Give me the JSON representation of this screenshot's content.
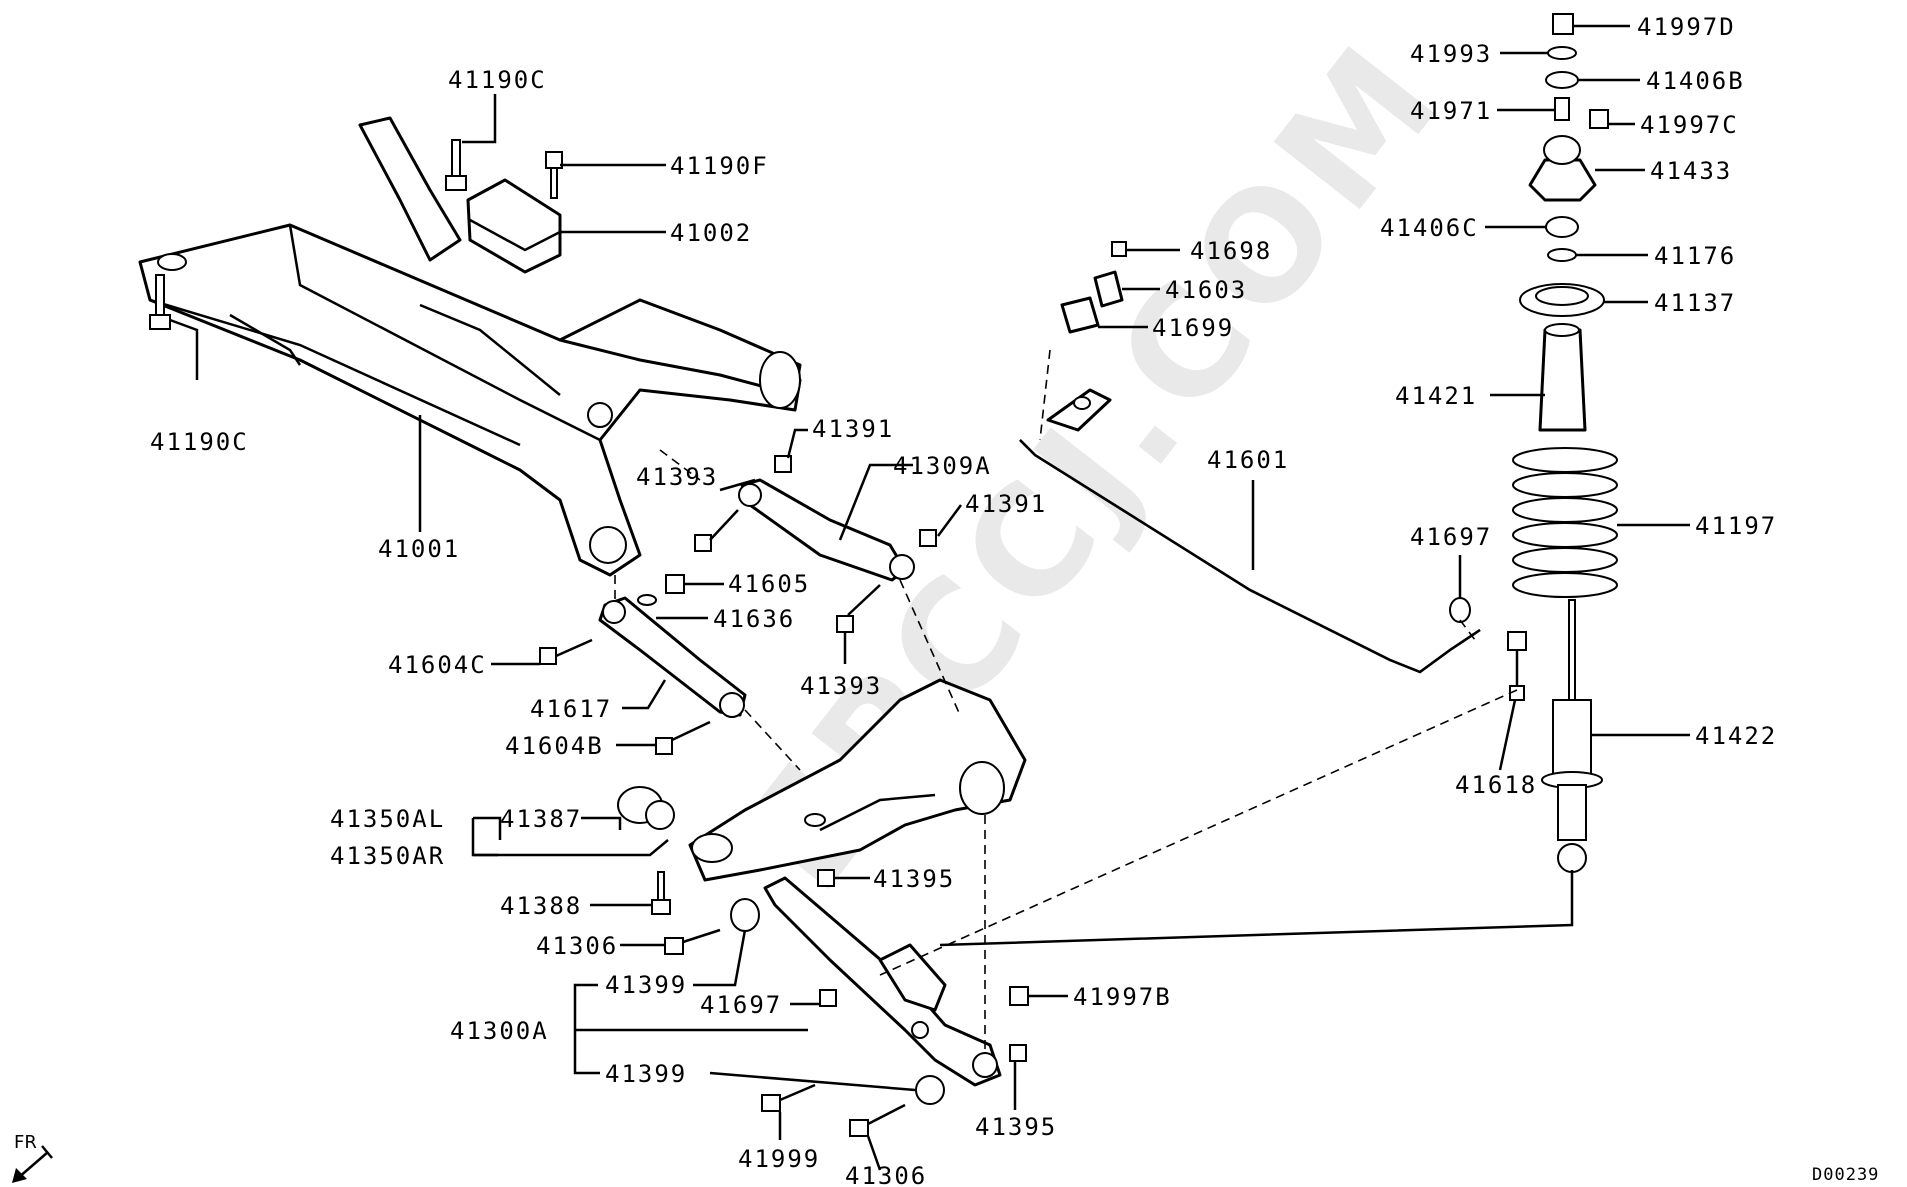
{
  "watermark": "EPCCJ.COM",
  "orientation_label": "FR",
  "diagram_code": "D00239",
  "callouts": {
    "c41190C_top": "41190C",
    "c41190F": "41190F",
    "c41002": "41002",
    "c41190C_left": "41190C",
    "c41001": "41001",
    "c41391_a": "41391",
    "c41393_a": "41393",
    "c41309A": "41309A",
    "c41391_b": "41391",
    "c41605": "41605",
    "c41636": "41636",
    "c41393_b": "41393",
    "c41604C": "41604C",
    "c41617": "41617",
    "c41604B": "41604B",
    "c41350AL": "41350AL",
    "c41350AR": "41350AR",
    "c41387": "41387",
    "c41388": "41388",
    "c41306_a": "41306",
    "c41399_a": "41399",
    "c41300A": "41300A",
    "c41399_b": "41399",
    "c41697_a": "41697",
    "c41395_a": "41395",
    "c41997B": "41997B",
    "c41395_b": "41395",
    "c41999": "41999",
    "c41306_b": "41306",
    "c41698": "41698",
    "c41603": "41603",
    "c41699": "41699",
    "c41601": "41601",
    "c41697_b": "41697",
    "c41618": "41618",
    "c41997D": "41997D",
    "c41993": "41993",
    "c41406B": "41406B",
    "c41971": "41971",
    "c41997C": "41997C",
    "c41433": "41433",
    "c41406C": "41406C",
    "c41176": "41176",
    "c41137": "41137",
    "c41421": "41421",
    "c41197": "41197",
    "c41422": "41422"
  }
}
